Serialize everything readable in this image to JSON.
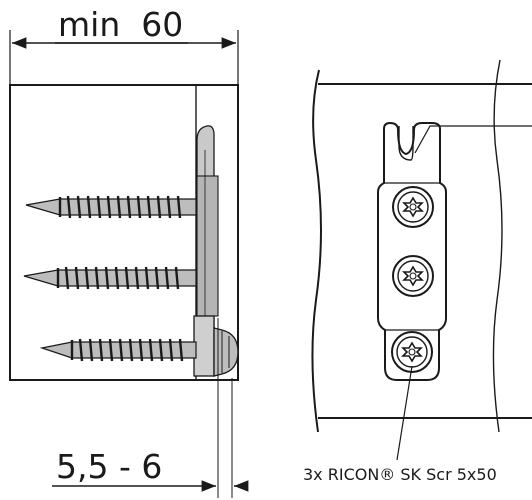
{
  "dimensions": {
    "width_label": "min  60",
    "offset_label": "5,5 - 6"
  },
  "callout": {
    "label": "3x RICON® SK Scr 5x50"
  },
  "colors": {
    "line": "#1a1a1a",
    "part_light": "#d0d0d0",
    "part_mid": "#a8a8a8",
    "part_dark": "#6f6f6f",
    "background": "#ffffff"
  }
}
